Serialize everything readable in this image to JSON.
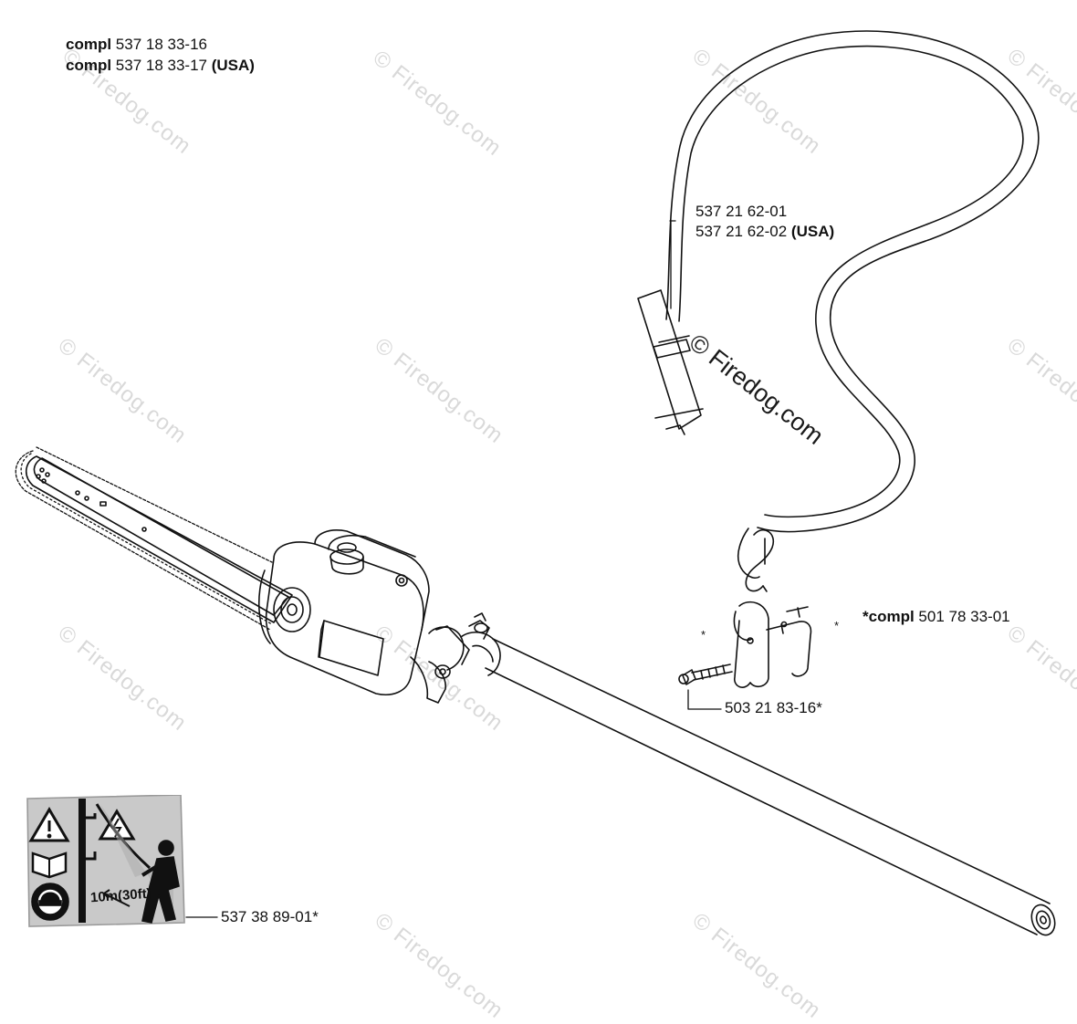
{
  "header": {
    "line1": {
      "bold": "compl",
      "rest": " 537 18 33-16"
    },
    "line2": {
      "bold": "compl",
      "rest": " 537 18 33-17 ",
      "suffix": "(USA)"
    }
  },
  "strap_label": {
    "line1": "537 21 62-01",
    "line2": {
      "rest": "537 21 62-02 ",
      "suffix": "(USA)"
    }
  },
  "clamp_label": {
    "bold": "*compl",
    "rest": " 501 78 33-01"
  },
  "screw_label": "503 21 83-16*",
  "decal_label": "537 38 89-01*",
  "decal_text": "10m(30ft)",
  "asterisk": "*",
  "watermark": {
    "main": "© Firedog.com",
    "tile": "© Firedog.com"
  },
  "colors": {
    "line": "#111111",
    "decal_bg": "#c9c9c9",
    "watermark": "#d9d9d9"
  }
}
